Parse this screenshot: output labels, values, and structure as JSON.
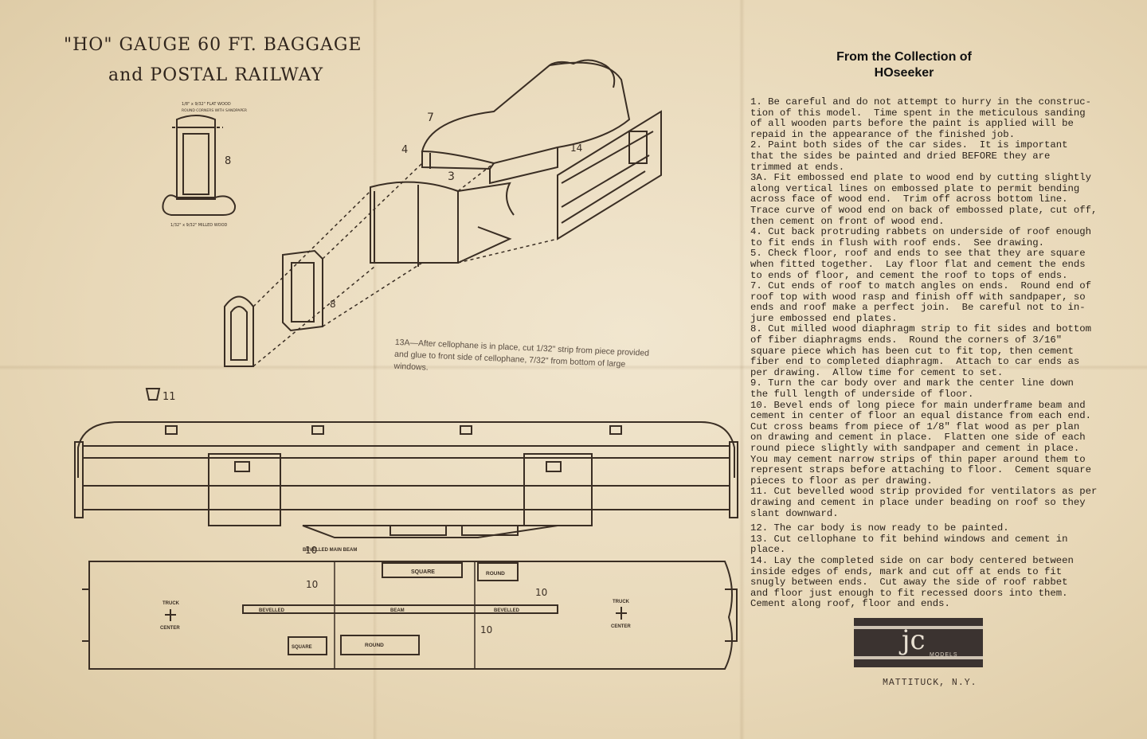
{
  "title": {
    "line1": "\"HO\" GAUGE 60 FT. BAGGAGE",
    "line2": "and POSTAL RAILWAY"
  },
  "collection": {
    "line1": "From the Collection of",
    "line2": "HOseeker"
  },
  "instructions": [
    "1. Be careful and do not attempt to hurry in the construc-\ntion of this model.  Time spent in the meticulous sanding\nof all wooden parts before the paint is applied will be\nrepaid in the appearance of the finished job.",
    "2. Paint both sides of the car sides.  It is important\nthat the sides be painted and dried BEFORE they are\ntrimmed at ends.",
    "3A. Fit embossed end plate to wood end by cutting slightly\nalong vertical lines on embossed plate to permit bending\nacross face of wood end.  Trim off across bottom line.\nTrace curve of wood end on back of embossed plate, cut off,\nthen cement on front of wood end.",
    "4. Cut back protruding rabbets on underside of roof enough\nto fit ends in flush with roof ends.  See drawing.",
    "5. Check floor, roof and ends to see that they are square\nwhen fitted together.  Lay floor flat and cement the ends\nto ends of floor, and cement the roof to tops of ends.",
    "7. Cut ends of roof to match angles on ends.  Round end of\nroof top with wood rasp and finish off with sandpaper, so\nends and roof make a perfect join.  Be careful not to in-\njure embossed end plates.",
    "8. Cut milled wood diaphragm strip to fit sides and bottom\nof fiber diaphragms ends.  Round the corners of 3/16\"\nsquare piece which has been cut to fit top, then cement\nfiber end to completed diaphragm.  Attach to car ends as\nper drawing.  Allow time for cement to set.",
    "9. Turn the car body over and mark the center line down\nthe full length of underside of floor.",
    "10. Bevel ends of long piece for main underframe beam and\ncement in center of floor an equal distance from each end.\nCut cross beams from piece of 1/8\" flat wood as per plan\non drawing and cement in place.  Flatten one side of each\nround piece slightly with sandpaper and cement in place.\nYou may cement narrow strips of thin paper around them to\nrepresent straps before attaching to floor.  Cement square\npieces to floor as per drawing.",
    "11. Cut bevelled wood strip provided for ventilators as per\ndrawing and cement in place under beading on roof so they\nslant downward.",
    "12. The car body is now ready to be painted.",
    "13. Cut cellophane to fit behind windows and cement in\nplace.",
    "14. Lay the completed side on car body centered between\ninside edges of ends, mark and cut off at ends to fit\nsnugly between ends.  Cut away the side of roof rabbet\nand floor just enough to fit recessed doors into them.\nCement along roof, floor and ends."
  ],
  "note_13a": "13A—After cellophane is in place, cut 1/32\" strip from piece provided and glue to front side of cellophane, 7/32\" from bottom of large windows.",
  "diagram_labels": {
    "end_top": "1/8\" x 9/32\" FLAT WOOD",
    "end_top2": "ROUND CORNERS WITH SANDPAPER",
    "end_bottom": "1/32\" x 9/32\" MILLED WOOD",
    "n8": "8",
    "n7": "7",
    "n4": "4",
    "n3": "3",
    "n14": "14",
    "n8b": "8",
    "n11": "11",
    "n10a": "10",
    "n10b": "10",
    "n10c": "10",
    "n10d": "10",
    "square": "SQUARE",
    "round": "ROUND",
    "bevelled_main_beam": "BEVELLED MAIN BEAM",
    "bevelled": "BEVELLED",
    "beam": "BEAM",
    "truck": "TRUCK",
    "center": "CENTER"
  },
  "logo": {
    "mark": "jc",
    "sub": "MODELS"
  },
  "location": "MATTITUCK, N.Y."
}
